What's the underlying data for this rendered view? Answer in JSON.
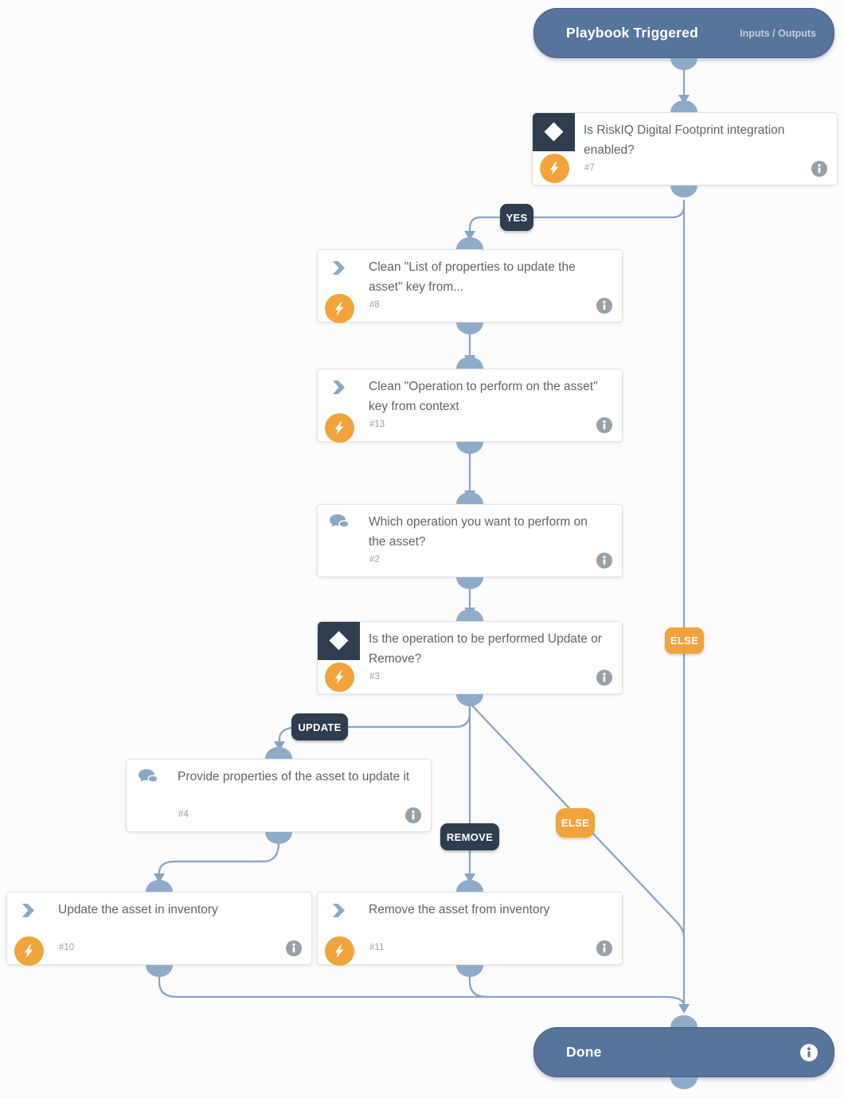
{
  "playbook": {
    "start_node": {
      "title": "Playbook Triggered",
      "link_label": "Inputs / Outputs"
    },
    "end_node": {
      "title": "Done"
    },
    "nodes": [
      {
        "id": "#7",
        "type": "condition",
        "icon": "condition-diamond-icon",
        "badge": "lightning-icon",
        "title": "Is RiskIQ Digital Footprint integration enabled?"
      },
      {
        "id": "#8",
        "type": "automation",
        "icon": "automation-chevron-icon",
        "badge": "lightning-icon",
        "title": "Clean \"List of properties to update the asset\" key from..."
      },
      {
        "id": "#13",
        "type": "automation",
        "icon": "automation-chevron-icon",
        "badge": "lightning-icon",
        "title": "Clean \"Operation to perform on the asset\" key from context"
      },
      {
        "id": "#2",
        "type": "message",
        "icon": "chat-bubbles-icon",
        "badge": null,
        "title": "Which operation you want to perform on the asset?"
      },
      {
        "id": "#3",
        "type": "condition",
        "icon": "condition-diamond-icon",
        "badge": "lightning-icon",
        "title": "Is the operation to be performed Update or Remove?"
      },
      {
        "id": "#4",
        "type": "message",
        "icon": "chat-bubbles-icon",
        "badge": null,
        "title": "Provide properties of the asset to update it"
      },
      {
        "id": "#10",
        "type": "automation",
        "icon": "automation-chevron-icon",
        "badge": "lightning-icon",
        "title": "Update the asset in inventory"
      },
      {
        "id": "#11",
        "type": "automation",
        "icon": "automation-chevron-icon",
        "badge": "lightning-icon",
        "title": "Remove the asset from inventory"
      }
    ],
    "edge_labels": [
      {
        "text": "YES",
        "style": "dark"
      },
      {
        "text": "ELSE",
        "style": "orange"
      },
      {
        "text": "UPDATE",
        "style": "dark"
      },
      {
        "text": "REMOVE",
        "style": "dark"
      },
      {
        "text": "ELSE",
        "style": "orange"
      }
    ],
    "colors": {
      "terminal_pill": "#57749c",
      "terminal_border": "#46618b",
      "condition_dark": "#2e3e4f",
      "accent_orange": "#f1a43c",
      "connector_line": "#88a5c5",
      "connector_dome": "#8fabca",
      "card_border": "#e0e3e7",
      "title_text": "#5c666d",
      "id_text": "#9aa1a8",
      "info_icon_gray": "#98a0a8"
    }
  }
}
